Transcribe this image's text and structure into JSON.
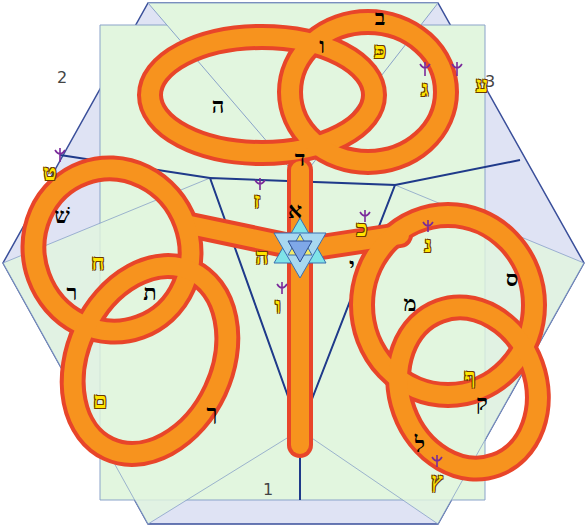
{
  "diagram": {
    "labels": [
      "ב",
      "פּ",
      "ג",
      "ע",
      "ו",
      "ה",
      "ד",
      "ט",
      "שׁ",
      "ח",
      "ר",
      "ת",
      "ם",
      "ך",
      "ז",
      "א",
      "כ",
      "ה",
      "י",
      "ו",
      "נ",
      "מ",
      "ס",
      "ף",
      "ק",
      "ל",
      "ץ",
      "2",
      "3",
      "1"
    ]
  }
}
